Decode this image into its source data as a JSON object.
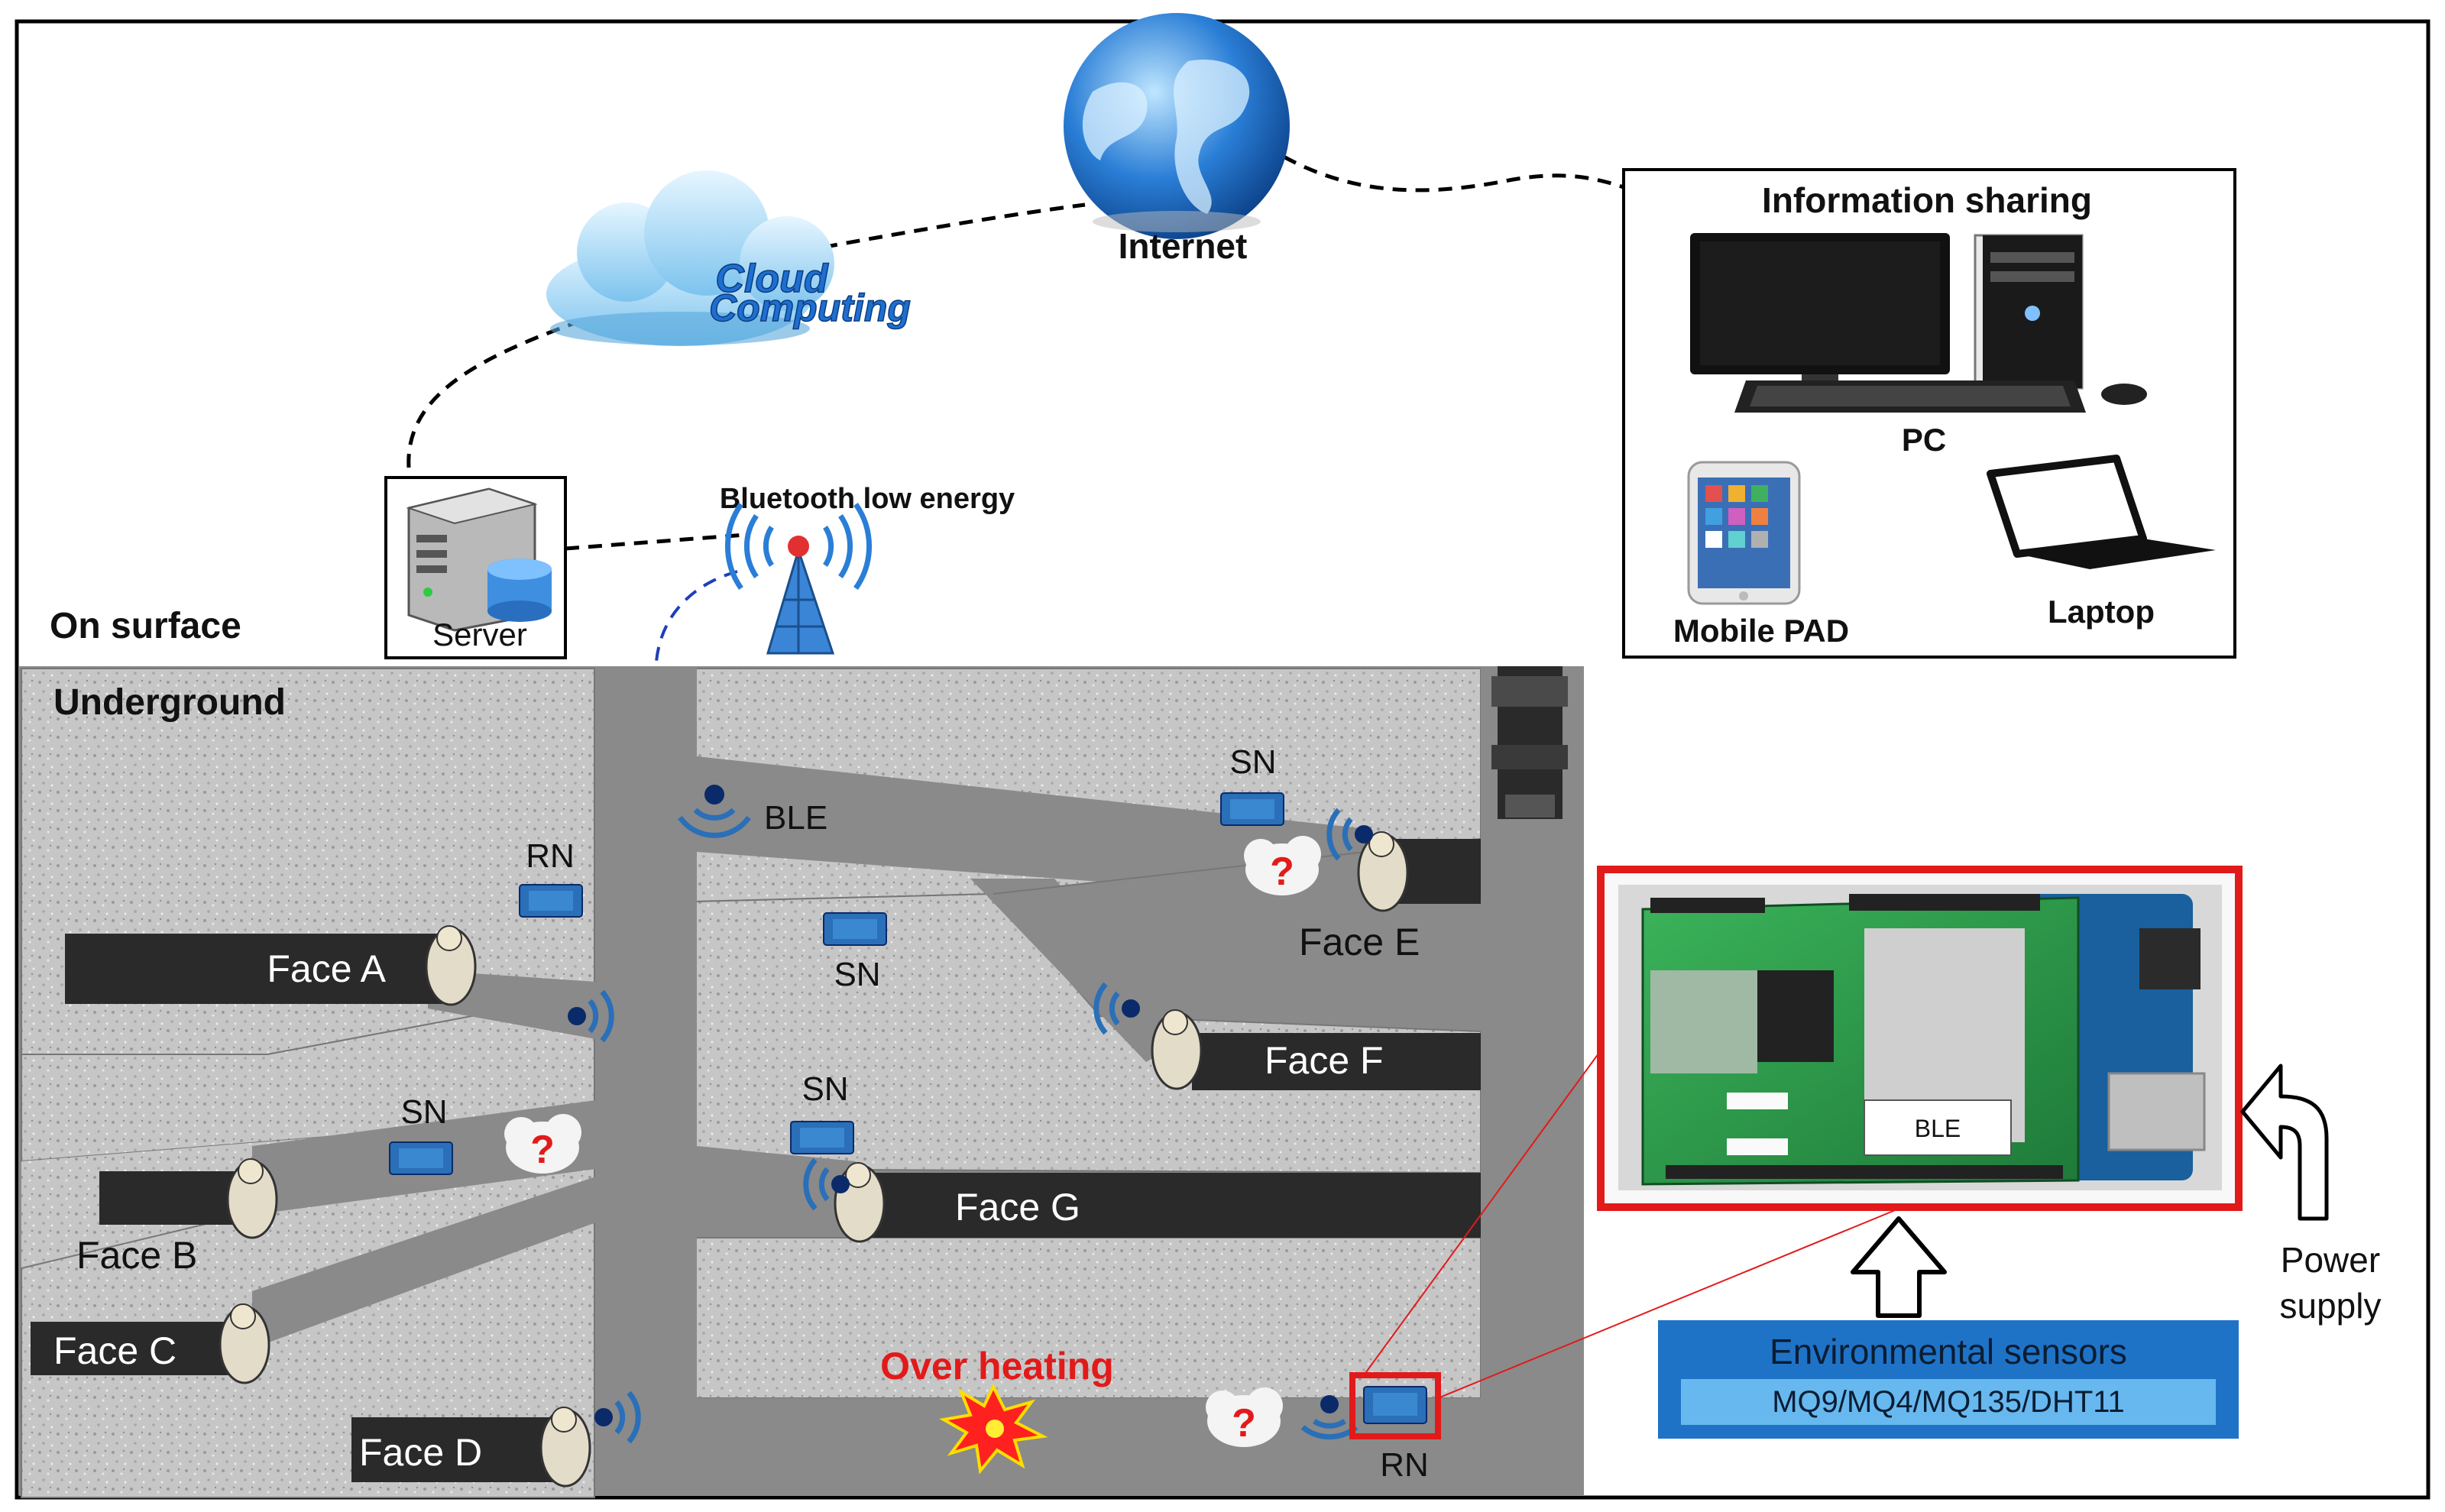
{
  "labels": {
    "internet": "Internet",
    "cloud_line1": "Cloud",
    "cloud_line2": "Computing",
    "info_sharing": "Information sharing",
    "pc": "PC",
    "mobile_pad": "Mobile PAD",
    "laptop": "Laptop",
    "server": "Server",
    "ble_title": "Bluetooth low energy",
    "on_surface": "On surface",
    "underground": "Underground",
    "ble": "BLE",
    "sn": "SN",
    "rn": "RN",
    "question": "?",
    "over_heating": "Over heating",
    "board_ble": "BLE",
    "power_supply_line1": "Power",
    "power_supply_line2": "supply",
    "env_sensors": "Environmental sensors",
    "sensor_models": "MQ9/MQ4/MQ135/DHT11"
  },
  "faces": [
    {
      "id": "a",
      "label": "Face A"
    },
    {
      "id": "b",
      "label": "Face B"
    },
    {
      "id": "c",
      "label": "Face C"
    },
    {
      "id": "d",
      "label": "Face D"
    },
    {
      "id": "e",
      "label": "Face E"
    },
    {
      "id": "f",
      "label": "Face F"
    },
    {
      "id": "g",
      "label": "Face G"
    }
  ],
  "colors": {
    "tunnel": "#8a8a8a",
    "rock": "#c9c9c9",
    "face_bar": "#2a2a2a",
    "highlight_red": "#e21a1a",
    "sensor_box": "#1f73c7",
    "sensor_inner": "#67b8ee",
    "wifi_blue": "#2a6fb8",
    "board_green": "#2d9e4c"
  }
}
